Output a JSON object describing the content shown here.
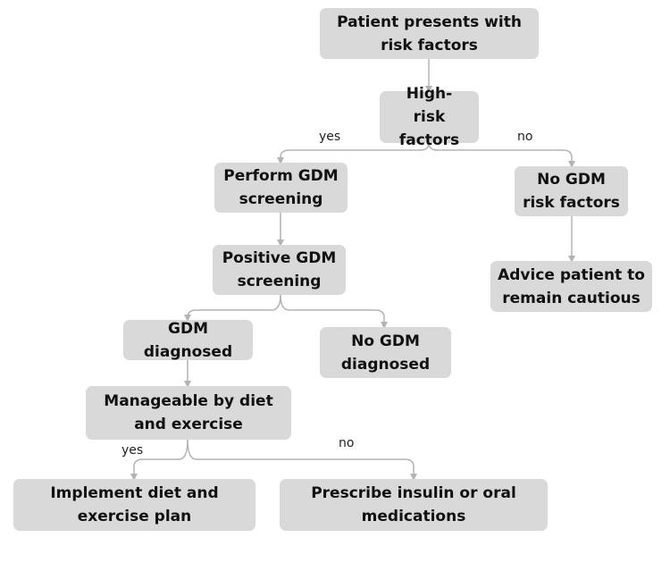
{
  "nodes": {
    "presents": "Patient presents with risk factors",
    "high_risk": "High-risk factors",
    "perform_screening": "Perform GDM screening",
    "no_risk": "No GDM risk factors",
    "positive_screening": "Positive GDM screening",
    "advice": "Advice patient to remain cautious",
    "diagnosed": "GDM diagnosed",
    "not_diagnosed": "No GDM diagnosed",
    "manageable": "Manageable by diet and exercise",
    "diet_plan": "Implement diet and exercise plan",
    "insulin": "Prescribe insulin or oral medications"
  },
  "edge_labels": {
    "risk_yes": "yes",
    "risk_no": "no",
    "manage_yes": "yes",
    "manage_no": "no"
  },
  "colors": {
    "node_fill": "#d9d9d9",
    "connector": "#b3b3b3",
    "text": "#111111"
  }
}
